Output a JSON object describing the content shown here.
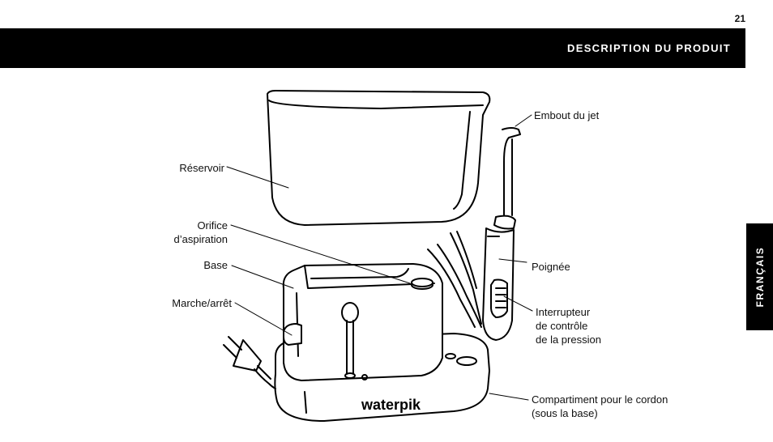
{
  "page": {
    "number": "21"
  },
  "header": {
    "title": "DESCRIPTION DU PRODUIT"
  },
  "language_tab": {
    "label": "FRANÇAIS"
  },
  "labels": {
    "reservoir": "Réservoir",
    "orifice": "Orifice\nd’aspiration",
    "base": "Base",
    "on_off": "Marche/arrêt",
    "jet_tip": "Embout du jet",
    "handle": "Poignée",
    "pressure_switch": "Interrupteur\nde contrôle\nde la pression",
    "cord_compartment": "Compartiment pour le cordon\n(sous la base)"
  },
  "brand": {
    "logo_text": "waterpik"
  }
}
